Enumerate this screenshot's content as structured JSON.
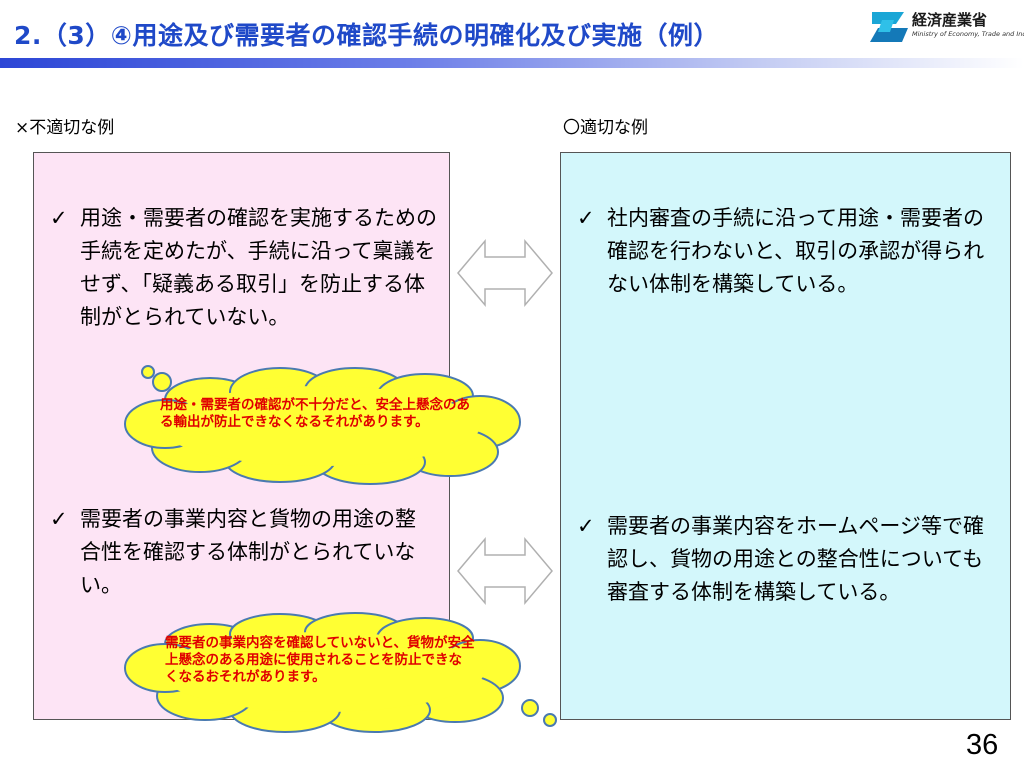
{
  "header": {
    "title": "2.（3）④用途及び需要者の確認手続の明確化及び実施（例）",
    "logo_name": "経済産業省",
    "logo_subtitle": "Ministry of Economy, Trade and Industry"
  },
  "columns": {
    "bad_label": "×不適切な例",
    "good_label": "〇適切な例"
  },
  "bad_items": [
    {
      "check": "✓",
      "text": "用途・需要者の確認を実施するための手続を定めたが、手続に沿って稟議をせず、「疑義ある取引」を防止する体制がとられていない。"
    },
    {
      "check": "✓",
      "text": "需要者の事業内容と貨物の用途の整合性を確認する体制がとられていない。"
    }
  ],
  "good_items": [
    {
      "check": "✓",
      "text": "社内審査の手続に沿って用途・需要者の確認を行わないと、取引の承認が得られない体制を構築している。"
    },
    {
      "check": "✓",
      "text": "需要者の事業内容をホームページ等で確認し、貨物の用途との整合性についても審査する体制を構築している。"
    }
  ],
  "callouts": [
    {
      "text": "用途・需要者の確認が不十分だと、安全上懸念のある輸出が防止できなくなるそれがあります。"
    },
    {
      "text": "需要者の事業内容を確認していないと、貨物が安全上懸念のある用途に使用されることを防止できなくなるおそれがあります。"
    }
  ],
  "colors": {
    "title": "#1f49c8",
    "bad_panel": "#fde4f5",
    "good_panel": "#d3f7fb",
    "cloud_fill": "#ffff33",
    "callout_text": "#e00000"
  },
  "icons": [
    "check-icon",
    "double-arrow-icon",
    "meti-logo-icon"
  ],
  "page_number": "36"
}
